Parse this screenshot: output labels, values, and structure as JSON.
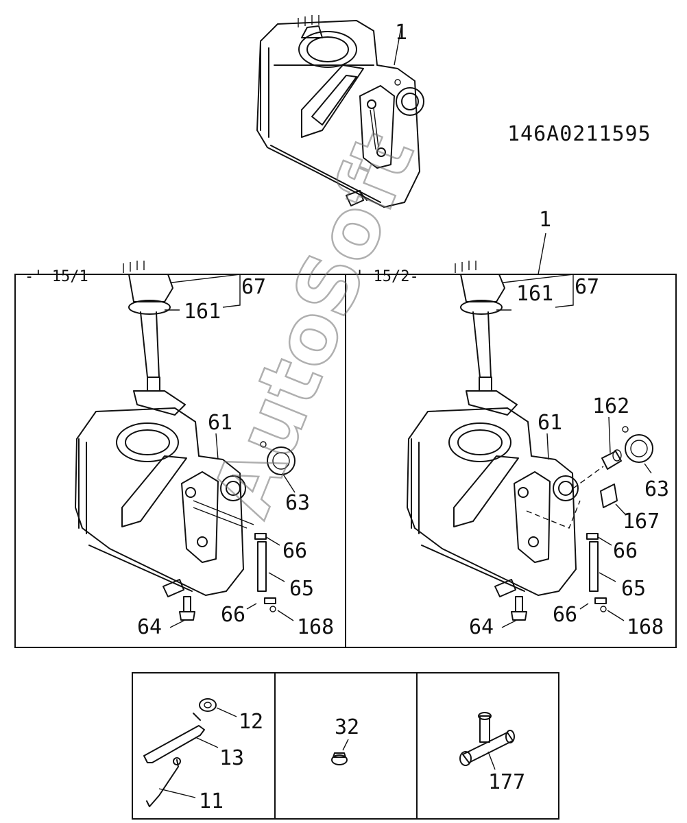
{
  "diagram": {
    "part_code": "146A0211595",
    "watermark": "AutoSoft",
    "panels": {
      "left_era": "-' 15/1",
      "right_era": "' 15/2-"
    },
    "callouts": {
      "top_assembly": "1",
      "frame_assembly": "1",
      "left": {
        "p67": "67",
        "p161": "161",
        "p61": "61",
        "p63": "63",
        "p66a": "66",
        "p65": "65",
        "p66b": "66",
        "p168": "168",
        "p64": "64"
      },
      "right": {
        "p67": "67",
        "p161": "161",
        "p162": "162",
        "p61": "61",
        "p63": "63",
        "p167": "167",
        "p66a": "66",
        "p65": "65",
        "p66b": "66",
        "p168": "168",
        "p64": "64"
      },
      "bottom": {
        "p12": "12",
        "p13": "13",
        "p11": "11",
        "p32": "32",
        "p177": "177"
      }
    }
  }
}
